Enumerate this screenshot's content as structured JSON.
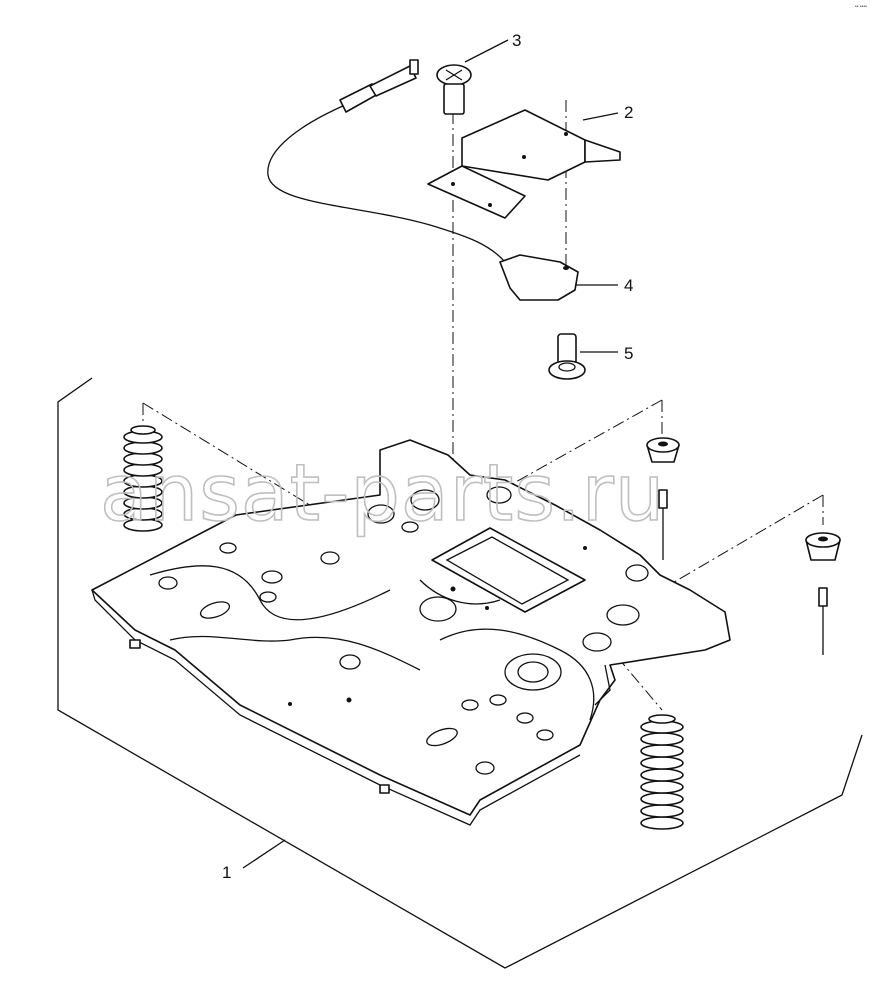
{
  "diagram": {
    "callouts": [
      {
        "id": "1",
        "label": "1"
      },
      {
        "id": "2",
        "label": "2"
      },
      {
        "id": "3",
        "label": "3"
      },
      {
        "id": "4",
        "label": "4"
      },
      {
        "id": "5",
        "label": "5"
      }
    ],
    "watermark": "ansat-parts.ru",
    "corner_mark": "•• ••••"
  }
}
